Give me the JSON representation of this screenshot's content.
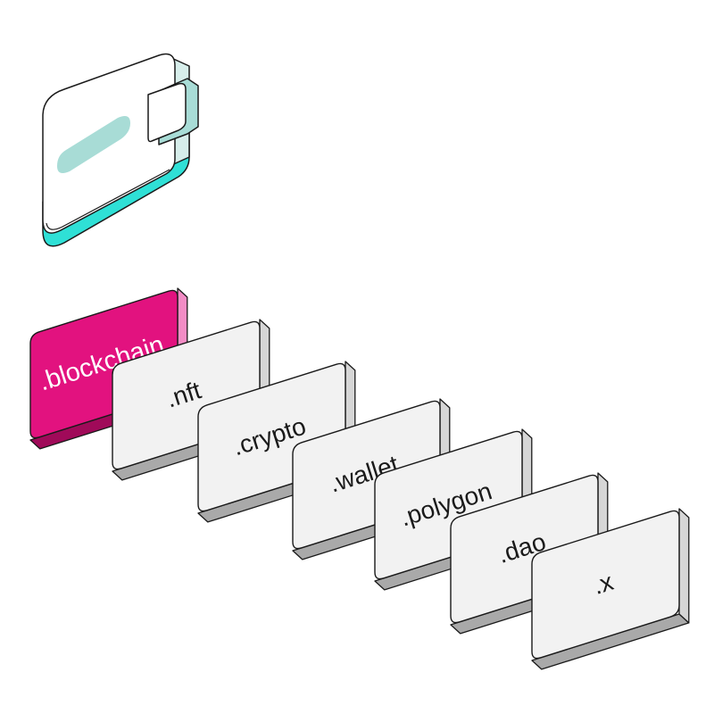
{
  "domains": [
    {
      "label": ".blockchain",
      "selected": true
    },
    {
      "label": ".nft",
      "selected": false
    },
    {
      "label": ".crypto",
      "selected": false
    },
    {
      "label": ".wallet",
      "selected": false
    },
    {
      "label": ".polygon",
      "selected": false
    },
    {
      "label": ".dao",
      "selected": false
    },
    {
      "label": ".x",
      "selected": false
    }
  ],
  "colors": {
    "selected_face": "#e2127f",
    "selected_side": "#f28cc5",
    "selected_bottom": "#a00a59",
    "tile_face": "#f2f2f2",
    "tile_side": "#d6d6d6",
    "tile_bottom": "#a9a9a9",
    "wallet_face": "#ffffff",
    "wallet_accent": "#2fe0d6",
    "wallet_tab": "#a8dcd6",
    "wallet_pill": "#a8dcd6",
    "outline": "#1a1a1a"
  },
  "icons": {
    "wallet": "wallet-icon"
  }
}
